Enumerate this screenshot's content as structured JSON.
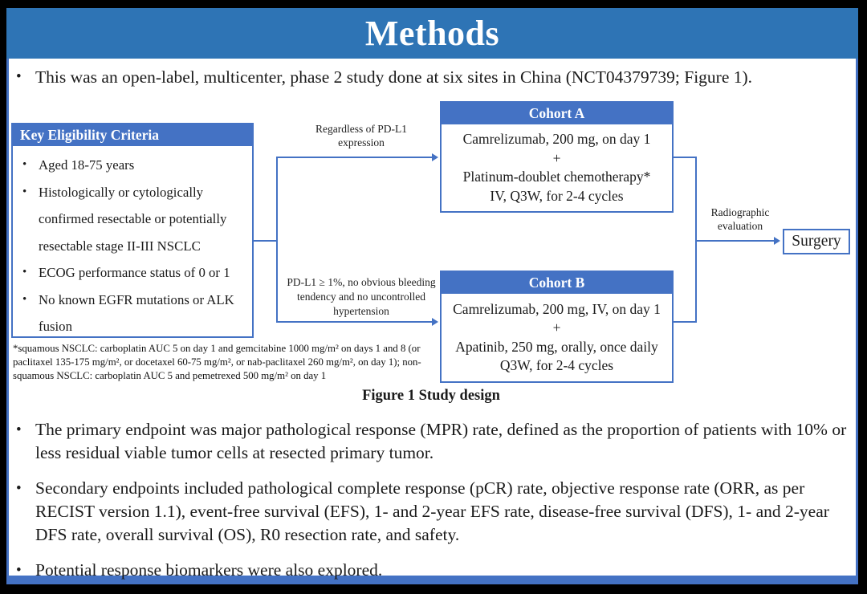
{
  "title": "Methods",
  "bullet_char": "•",
  "colors": {
    "band": "#2E74B5",
    "header_fill": "#4472C4",
    "line": "#4472C4"
  },
  "intro_bullet": "This was an open-label, multicenter, phase 2 study done at six sites in China (NCT04379739; Figure 1).",
  "figure": {
    "eligibility": {
      "header": "Key  Eligibility Criteria",
      "items": [
        "Aged 18-75 years",
        "Histologically or cytologically confirmed resectable or potentially resectable stage II-III  NSCLC",
        "ECOG performance status of 0 or 1",
        "No known EGFR mutations or ALK fusion"
      ]
    },
    "branch_top_label": "Regardless  of PD-L1 expression",
    "branch_bottom_label": "PD-L1 ≥ 1%, no obvious bleeding tendency and no uncontrolled hypertension",
    "cohort_a": {
      "header": "Cohort A",
      "lines": [
        "Camrelizumab, 200 mg, on day 1",
        "+",
        "Platinum-doublet chemotherapy*",
        "IV, Q3W, for 2-4 cycles"
      ]
    },
    "cohort_b": {
      "header": "Cohort B",
      "lines": [
        "Camrelizumab, 200 mg, IV, on day 1",
        "+",
        "Apatinib, 250 mg, orally, once daily",
        "Q3W, for 2-4 cycles"
      ]
    },
    "evaluation_label": "Radiographic evaluation",
    "surgery_label": "Surgery",
    "footnote": "*squamous NSCLC: carboplatin AUC 5 on day 1 and gemcitabine 1000 mg/m² on days 1 and 8 (or paclitaxel 135-175 mg/m², or docetaxel 60-75 mg/m², or nab-paclitaxel 260 mg/m², on day 1); non-squamous NSCLC: carboplatin AUC 5 and pemetrexed 500 mg/m² on day 1",
    "caption": "Figure 1 Study design"
  },
  "endpoint_bullets": [
    "The primary endpoint was major pathological response (MPR) rate, defined as the proportion of patients with 10% or less residual viable tumor cells at resected primary tumor.",
    "Secondary endpoints included pathological complete response (pCR) rate, objective response rate (ORR, as per RECIST version 1.1), event-free survival (EFS), 1- and 2-year EFS rate, disease-free survival (DFS), 1- and 2-year DFS rate, overall survival (OS), R0 resection rate, and safety.",
    "Potential response biomarkers were also explored."
  ]
}
